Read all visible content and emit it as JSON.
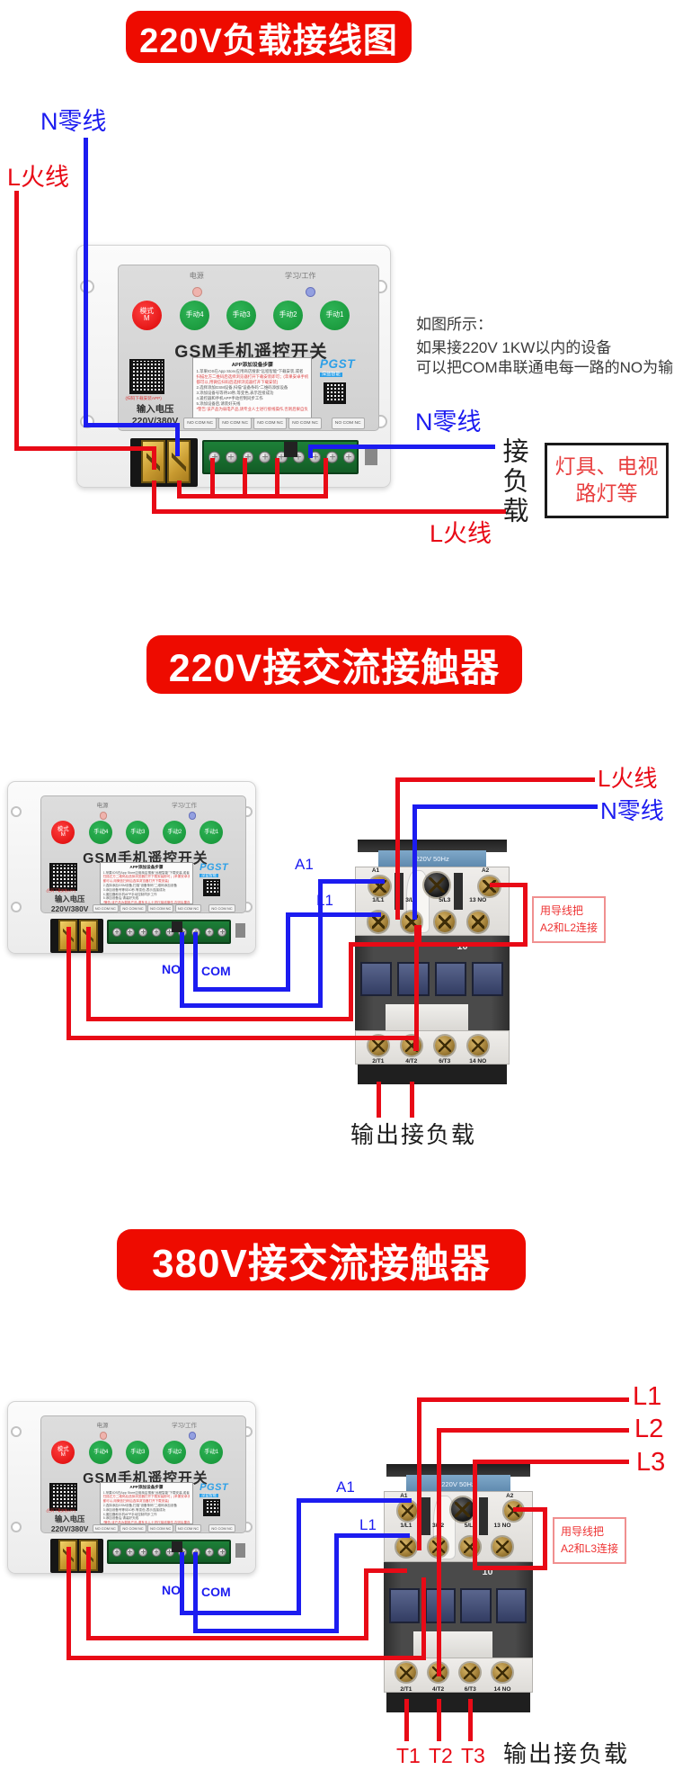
{
  "s1": {
    "title": "220V负载接线图",
    "note": [
      "如图所示：",
      "如果接220V 1KW以内的设备",
      "可以把COM串联通电每一路的NO为输出"
    ],
    "labels": {
      "n_top": "N零线",
      "l_top": "L火线",
      "n_right": "N零线",
      "l_bottom": "L火线",
      "load_vertical": "接负载",
      "box_line1": "灯具、电视",
      "box_line2": "路灯等"
    }
  },
  "s2": {
    "title": "220V接交流接触器",
    "labels": {
      "live": "L火线",
      "neutral": "N零线",
      "a1": "A1",
      "l1": "L1",
      "no": "NO",
      "com": "COM"
    },
    "jumper": [
      "用导线把",
      "A2和L2连接"
    ],
    "output": "输出接负载"
  },
  "s3": {
    "title": "380V接交流接触器",
    "labels": {
      "l1": "L1",
      "l2": "L2",
      "l3": "L3",
      "a1": "A1",
      "l1b": "L1",
      "no": "NO",
      "com": "COM",
      "t1": "T1",
      "t2": "T2",
      "t3": "T3"
    },
    "jumper": [
      "用导线把",
      "A2和L3连接"
    ],
    "output": "输出接负载"
  },
  "device": {
    "power_label": "电源",
    "learn_label": "学习/工作",
    "btn_mode1": "模式",
    "btn_mode2": "M",
    "btn_m4": "手动4",
    "btn_m3": "手动3",
    "btn_m2": "手动2",
    "btn_m1": "手动1",
    "title": "GSM手机遥控开关",
    "qr_caption": "(扫码下载安装APP)",
    "input_label": "输入电压",
    "input_value": "220V/380V",
    "info_title": "APP添加设备步骤",
    "info_lines": [
      "1.苹果IOS在App Store应用商店搜索\"远程智能\"下载安装,或者",
      "扫描左方二维码后选择浏览器打开下载安装即可；(苹果安卓手机",
      "都可以,用微信扫码后选择浏览器打开下载安装)",
      "2.选择添加GSM设备,扫描\"设备条码\"二维码添加设备",
      "3.添加设备号等待10秒,等变色,表示连接成功",
      "4.遥控器和手机APP手动控制同步工作",
      "5.添加设备后,请装好天线",
      "*警告:该产品为弱电产品,请专业人士进行接线操作,否则后果自负!"
    ],
    "brand": "PGST",
    "brand_sub": "深蓝智能",
    "chip_text": "NO COM NC"
  },
  "contactor": {
    "strip": "220V 50Hz",
    "a1": "A1",
    "a2": "A2",
    "row1": [
      "1/L1",
      "3/L2",
      "5/L3",
      "13 NO"
    ],
    "row2": [
      "2/T1",
      "4/T2",
      "6/T3",
      "14 NO"
    ],
    "num": "10"
  }
}
